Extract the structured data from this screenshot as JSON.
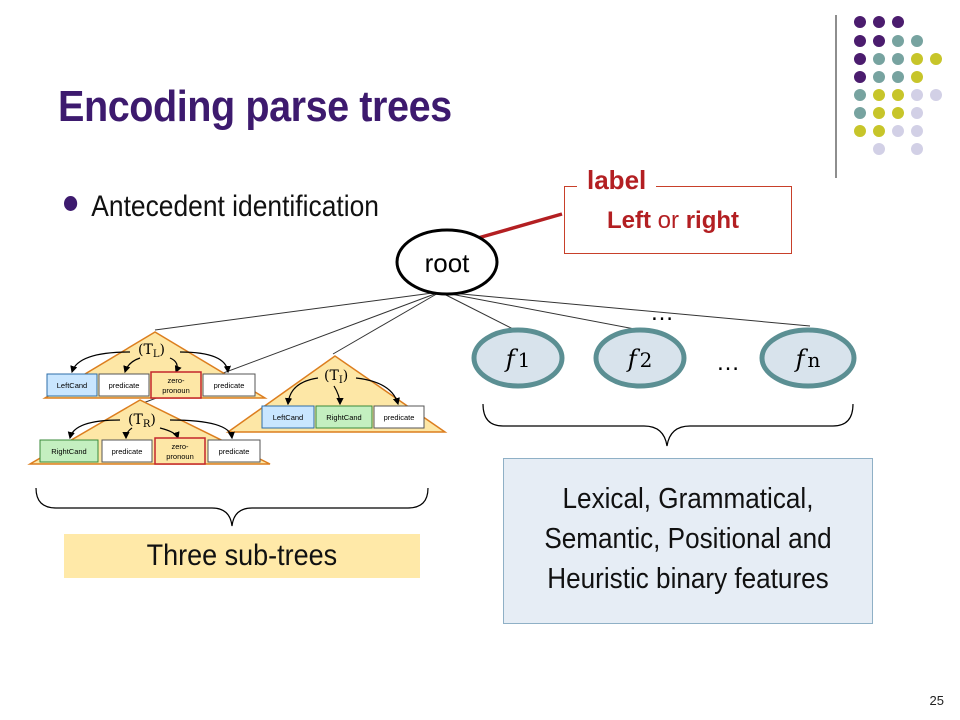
{
  "slide": {
    "title": "Encoding parse trees",
    "bullet": "Antecedent identification",
    "page_number": "25"
  },
  "label_box": {
    "tag": "label",
    "left": "Left",
    "or": " or ",
    "right": "right"
  },
  "root_node": "root",
  "ellipsis_top": "…",
  "ellipsis_mid": "…",
  "features": {
    "f1": {
      "var": "f",
      "sub": "1"
    },
    "f2": {
      "var": "f",
      "sub": "2"
    },
    "fn": {
      "var": "f",
      "sub": "n"
    }
  },
  "subtrees": {
    "t1": {
      "label": "(T",
      "sub": "L",
      "close": ")",
      "boxes": [
        "LeftCand",
        "predicate",
        "zero-",
        "pronoun",
        "predicate"
      ]
    },
    "t2": {
      "label": "(T",
      "sub": "I",
      "close": ")",
      "boxes": [
        "LeftCand",
        "RightCand",
        "predicate"
      ]
    },
    "t3": {
      "label": "(T",
      "sub": "R",
      "close": ")",
      "boxes": [
        "RightCand",
        "predicate",
        "zero-",
        "pronoun",
        "predicate"
      ]
    }
  },
  "three_subtrees": "Three sub-trees",
  "feature_desc": [
    "Lexical, Grammatical,",
    "Semantic, Positional and",
    "Heuristic binary features"
  ],
  "colors": {
    "title": "#3d1a6e",
    "dot_purple": "#4b1c6e",
    "dot_teal": "#77a3a0",
    "dot_olive": "#c7c52a",
    "dot_lavender": "#d2d0e6",
    "feature_fill": "#d8e3ec",
    "feature_stroke": "#5b8f93",
    "label_red": "#b31f22",
    "tree_fill": "#fde7a6",
    "tree_stroke": "#dc7e1f"
  }
}
